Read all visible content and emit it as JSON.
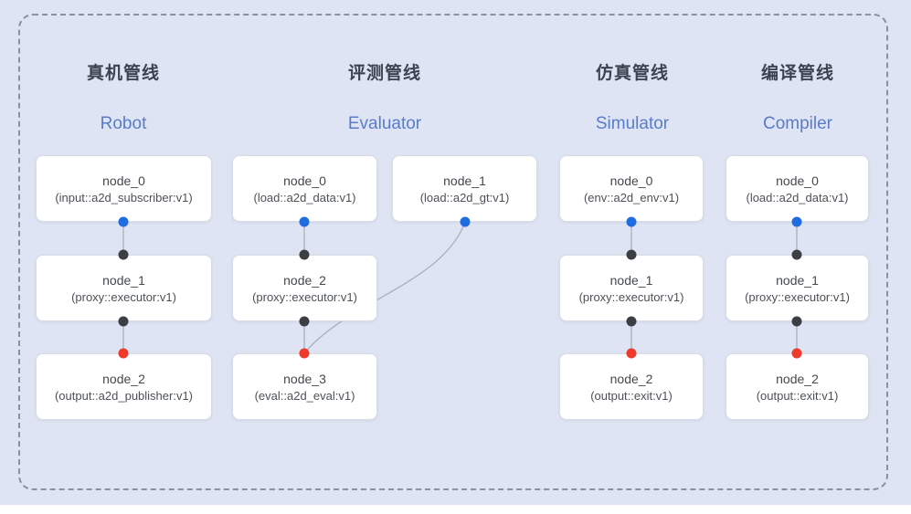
{
  "page": {
    "background_color": "#dee4f3",
    "frame_border_color": "#8a919e",
    "bottom_strip_color": "#ffffff"
  },
  "colors": {
    "title_zh": "#3c4350",
    "title_en": "#5a7cc6",
    "port_output": "#1f6ce2",
    "port_input": "#3b3e42",
    "port_final": "#ee3a2b",
    "edge": "#a8b0bf",
    "node_fill": "#ffffff",
    "node_border": "#d8dce5"
  },
  "pipelines": [
    {
      "key": "robot",
      "title_zh": "真机管线",
      "title_en": "Robot",
      "nodes": [
        {
          "label": "node_0",
          "type": "(input::a2d_subscriber:v1)"
        },
        {
          "label": "node_1",
          "type": "(proxy::executor:v1)"
        },
        {
          "label": "node_2",
          "type": "(output::a2d_publisher:v1)"
        }
      ]
    },
    {
      "key": "evaluator",
      "title_zh": "评测管线",
      "title_en": "Evaluator",
      "nodes": [
        {
          "label": "node_0",
          "type": "(load::a2d_data:v1)"
        },
        {
          "label": "node_1",
          "type": "(load::a2d_gt:v1)"
        },
        {
          "label": "node_2",
          "type": "(proxy::executor:v1)"
        },
        {
          "label": "node_3",
          "type": "(eval::a2d_eval:v1)"
        }
      ]
    },
    {
      "key": "simulator",
      "title_zh": "仿真管线",
      "title_en": "Simulator",
      "nodes": [
        {
          "label": "node_0",
          "type": "(env::a2d_env:v1)"
        },
        {
          "label": "node_1",
          "type": "(proxy::executor:v1)"
        },
        {
          "label": "node_2",
          "type": "(output::exit:v1)"
        }
      ]
    },
    {
      "key": "compiler",
      "title_zh": "编译管线",
      "title_en": "Compiler",
      "nodes": [
        {
          "label": "node_0",
          "type": "(load::a2d_data:v1)"
        },
        {
          "label": "node_1",
          "type": "(proxy::executor:v1)"
        },
        {
          "label": "node_2",
          "type": "(output::exit:v1)"
        }
      ]
    }
  ]
}
